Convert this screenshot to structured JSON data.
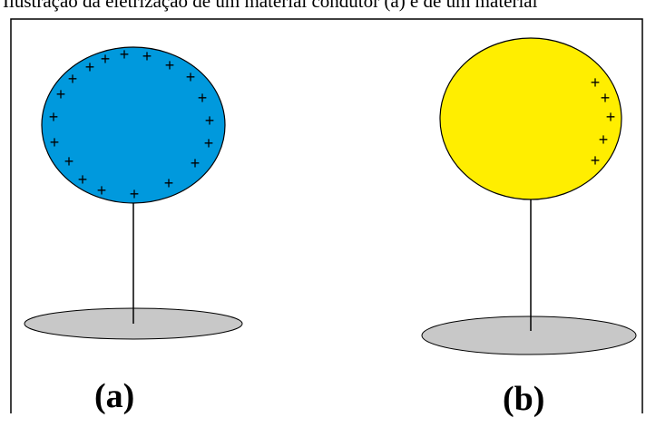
{
  "caption": "Ilustração da eletrização de um material condutor (a) e de um material",
  "panels": [
    {
      "label": "(a)",
      "sphere_color": "#0099dd"
    },
    {
      "label": "(b)",
      "sphere_color": "#ffee00"
    }
  ],
  "colors": {
    "base": "#c8c8c8",
    "outline": "#000000",
    "frame": "#000000"
  },
  "charge_symbol": "+"
}
